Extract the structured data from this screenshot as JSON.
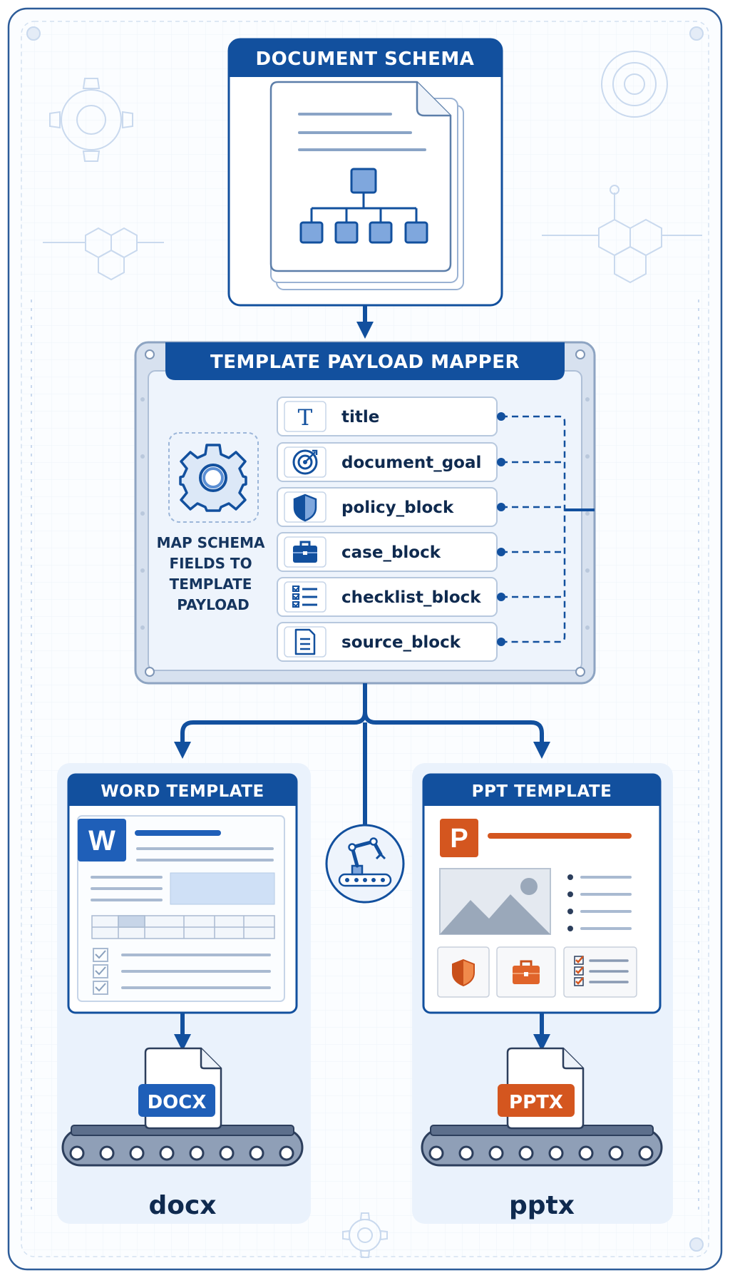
{
  "schema": {
    "title": "DOCUMENT SCHEMA"
  },
  "mapper": {
    "title": "TEMPLATE PAYLOAD MAPPER",
    "caption": [
      "MAP SCHEMA",
      "FIELDS TO",
      "TEMPLATE",
      "PAYLOAD"
    ],
    "fields": [
      {
        "label": "title",
        "icon": "text-t-icon"
      },
      {
        "label": "document_goal",
        "icon": "target-icon"
      },
      {
        "label": "policy_block",
        "icon": "shield-icon"
      },
      {
        "label": "case_block",
        "icon": "briefcase-icon"
      },
      {
        "label": "checklist_block",
        "icon": "checklist-icon"
      },
      {
        "label": "source_block",
        "icon": "document-icon"
      }
    ]
  },
  "word": {
    "title": "WORD TEMPLATE",
    "logo_letter": "W",
    "badge": "DOCX",
    "output": "docx",
    "accent": "#1f5fb8"
  },
  "ppt": {
    "title": "PPT TEMPLATE",
    "logo_letter": "P",
    "badge": "PPTX",
    "output": "pptx",
    "accent": "#d4561f"
  },
  "colors": {
    "primary": "#12509e",
    "light_panel": "#eaf2fc",
    "line": "#a9bfdc",
    "icon_fill": "#7fa7dd"
  }
}
